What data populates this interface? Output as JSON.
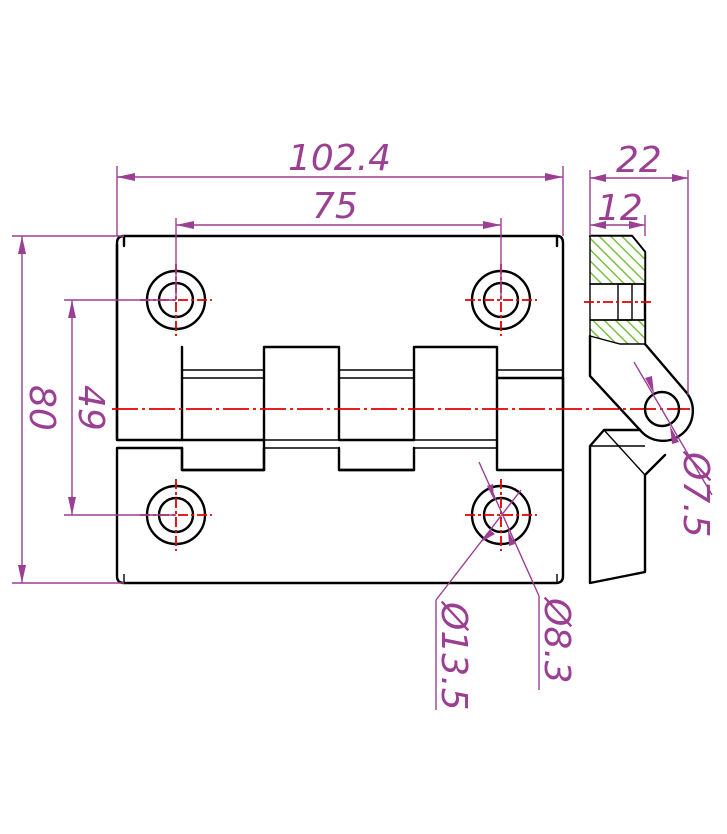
{
  "dimensions": {
    "overall_width": "102.4",
    "hole_spacing": "75",
    "overall_height": "80",
    "vertical_hole_spacing": "49",
    "side_width": "22",
    "side_offset": "12",
    "pin_diameter": "Ø7.5",
    "counterbore_diameter": "Ø13.5",
    "hole_diameter": "Ø8.3"
  },
  "colors": {
    "outline": "#000000",
    "centerline": "#e00000",
    "dimension": "#9b3f93",
    "hatch": "#7ac143"
  }
}
